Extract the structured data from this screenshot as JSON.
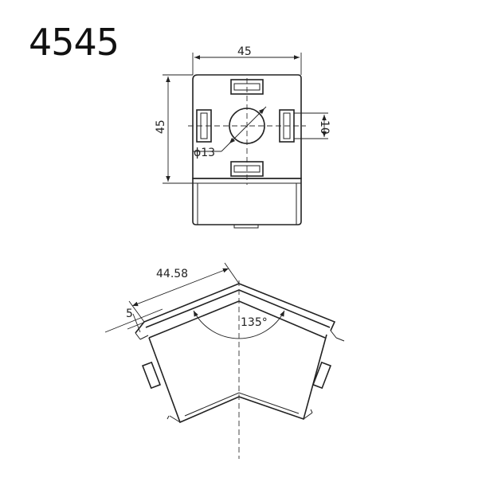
{
  "title": "4545",
  "top_view": {
    "width_dim": "45",
    "height_dim": "45",
    "hole_dim": "ϕ13",
    "slot_dim": "10"
  },
  "angle_view": {
    "length_dim": "44.58",
    "offset_dim": "5",
    "angle_dim": "135°"
  }
}
